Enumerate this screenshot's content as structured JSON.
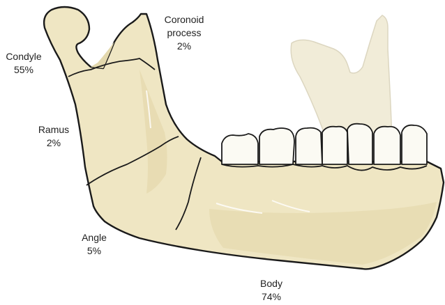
{
  "regions": [
    {
      "id": "coronoid",
      "name_lines": [
        "Coronoid",
        "process"
      ],
      "percent": "2%"
    },
    {
      "id": "condyle",
      "name_lines": [
        "Condyle"
      ],
      "percent": "55%"
    },
    {
      "id": "ramus",
      "name_lines": [
        "Ramus"
      ],
      "percent": "2%"
    },
    {
      "id": "angle",
      "name_lines": [
        "Angle"
      ],
      "percent": "5%"
    },
    {
      "id": "body",
      "name_lines": [
        "Body"
      ],
      "percent": "74%"
    }
  ],
  "colors": {
    "bone": "#efe6c3",
    "bone_shadow": "#d9cda0",
    "outline": "#1a1a1a",
    "ghost_bone": "#f1ecd8",
    "tooth": "#fbfaf3",
    "label_text": "#222222"
  }
}
